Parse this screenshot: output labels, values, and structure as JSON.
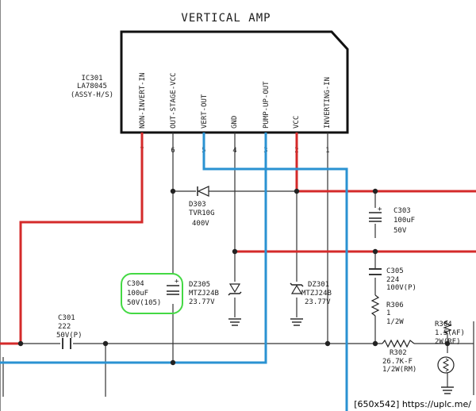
{
  "title": "VERTICAL AMP",
  "ic": {
    "ref": "IC301",
    "part": "LA78045",
    "assy": "(ASSY-H/S)"
  },
  "pins": [
    {
      "num": "7",
      "name": "NON-INVERT-IN"
    },
    {
      "num": "6",
      "name": "OUT-STAGE-VCC"
    },
    {
      "num": "5",
      "name": "VERT-OUT"
    },
    {
      "num": "4",
      "name": "GND"
    },
    {
      "num": "3",
      "name": "PUMP-UP-OUT"
    },
    {
      "num": "2",
      "name": "VCC"
    },
    {
      "num": "1",
      "name": "INVERTING-IN"
    }
  ],
  "parts": {
    "d303": [
      "D303",
      "TVR10G",
      "400V"
    ],
    "c303": [
      "C303",
      "100uF",
      "50V"
    ],
    "c305": [
      "C305",
      "224",
      "100V(P)"
    ],
    "r306": [
      "R306",
      "1",
      "1/2W"
    ],
    "dz305": [
      "DZ305",
      "MTZJ24B",
      "23.77V"
    ],
    "dz301": [
      "DZ301",
      "MTZJ24B",
      "23.77V"
    ],
    "c304": [
      "C304",
      "100uF",
      "50V(105)"
    ],
    "c301": [
      "C301",
      "222",
      "50V(P)"
    ],
    "r302": [
      "R302",
      "26.7K-F",
      "1/2W(RM)"
    ],
    "r304": [
      "R304",
      "1.5(AF)",
      "2W(RF)"
    ]
  },
  "polarity": "+",
  "colors": {
    "red": "#d42a2a",
    "blue": "#2a92d2",
    "highlight": "#44d944",
    "wire": "#333333"
  },
  "footer": "[650x542] https://uplc.me/"
}
